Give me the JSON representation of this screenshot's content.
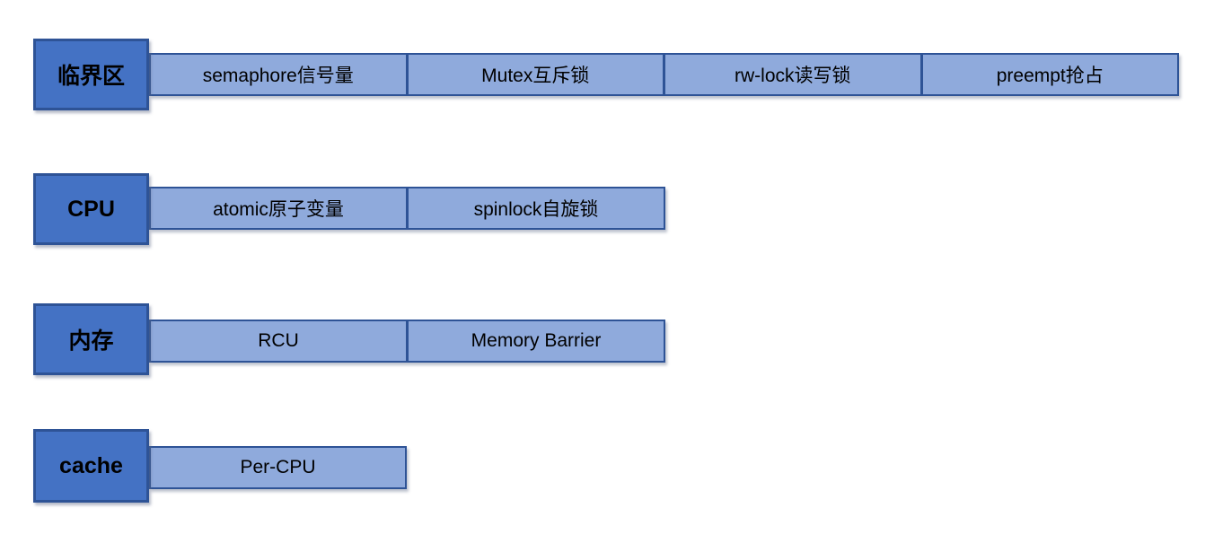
{
  "diagram": {
    "colors": {
      "header_fill": "#4472C4",
      "bar_fill": "#8FAADC",
      "border": "#2E5396",
      "text": "#000000",
      "background": "#FFFFFF"
    },
    "rows": [
      {
        "header": "临界区",
        "items": [
          "semaphore信号量",
          "Mutex互斥锁",
          "rw-lock读写锁",
          "preempt抢占"
        ]
      },
      {
        "header": "CPU",
        "items": [
          "atomic原子变量",
          "spinlock自旋锁"
        ]
      },
      {
        "header": "内存",
        "items": [
          "RCU",
          "Memory Barrier"
        ]
      },
      {
        "header": "cache",
        "items": [
          "Per-CPU"
        ]
      }
    ]
  }
}
